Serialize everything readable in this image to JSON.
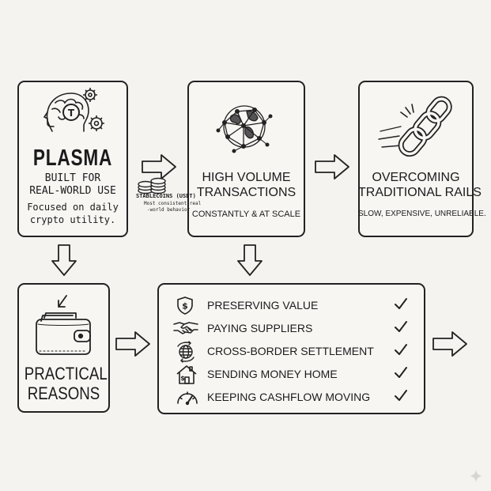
{
  "plasma": {
    "title": "PLASMA",
    "subtitle_line1": "BUILT FOR",
    "subtitle_line2": "REAL-WORLD USE",
    "desc_line1": "Focused on daily",
    "desc_line2": "crypto utility."
  },
  "stablecoins": {
    "line1": "STABLECOINS (USDT)",
    "line2": "Most consistent real",
    "line3": "-world behavior"
  },
  "volume": {
    "title_line1": "HIGH VOLUME",
    "title_line2": "TRANSACTIONS",
    "caption": "CONSTANTLY & AT SCALE"
  },
  "rails": {
    "title_line1": "OVERCOMING",
    "title_line2": "TRADITIONAL RAILS",
    "caption": "SLOW, EXPENSIVE, UNRELIABLE."
  },
  "practical": {
    "title_line1": "PRACTICAL",
    "title_line2": "REASONS"
  },
  "reasons": [
    {
      "label": "PRESERVING VALUE",
      "icon": "shield-dollar-icon",
      "checked": true
    },
    {
      "label": "PAYING SUPPLIERS",
      "icon": "handshake-icon",
      "checked": true
    },
    {
      "label": "CROSS-BORDER SETTLEMENT",
      "icon": "globe-arrows-icon",
      "checked": true
    },
    {
      "label": "SENDING MONEY HOME",
      "icon": "house-dollar-icon",
      "checked": true
    },
    {
      "label": "KEEPING CASHFLOW MOVING",
      "icon": "gauge-icon",
      "checked": true
    }
  ]
}
